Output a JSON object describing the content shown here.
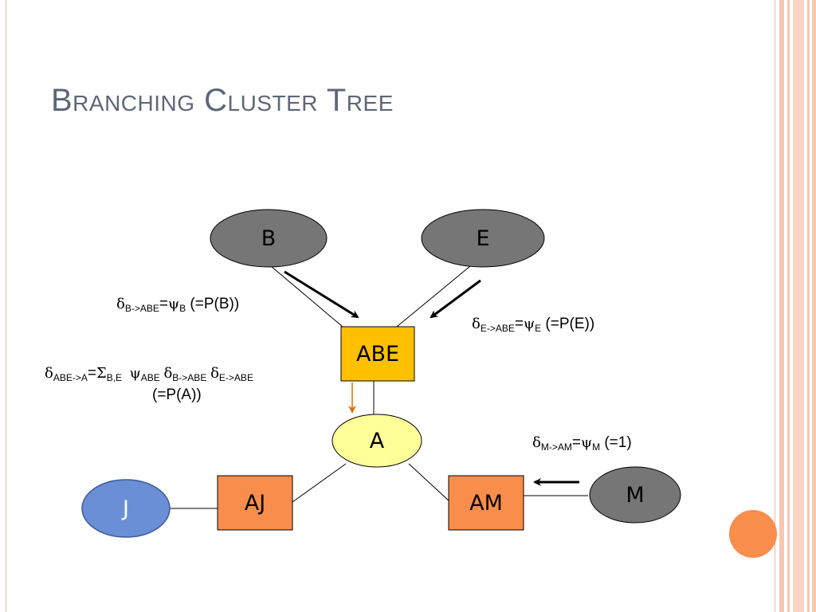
{
  "slide": {
    "title": "Branching Cluster Tree",
    "colors": {
      "title": "#5e6678",
      "gray_node": "#767676",
      "yellow_node": "#ffff99",
      "orange_box": "#f98d4b",
      "gold_box": "#ffc000",
      "blue_node": "#6b8fd6",
      "orange_arrow": "#e46c0a",
      "stripe": "#f6c7b3"
    }
  },
  "nodes": {
    "B": "B",
    "E": "E",
    "ABE": "ABE",
    "A": "A",
    "AJ": "AJ",
    "AM": "AM",
    "J": "J",
    "M": "M"
  },
  "messages": {
    "b_to_abe": {
      "delta": "δ",
      "sub": "B->ABE",
      "eq": "=",
      "psi": "ψ",
      "psi_sub": "B",
      "paren": " (=P(B))"
    },
    "e_to_abe": {
      "delta": "δ",
      "sub": "E->ABE",
      "eq": "=",
      "psi": "ψ",
      "psi_sub": "E",
      "paren": " (=P(E))"
    },
    "abe_to_a": {
      "delta": "δ",
      "sub": "ABE->A",
      "eq": "=",
      "sigma": "Σ",
      "sigma_sub": "B,E",
      "psi": "ψ",
      "psi_sub": "ABE",
      "d2": "δ",
      "d2_sub": "B->ABE",
      "d3": "δ",
      "d3_sub": "E->ABE",
      "paren": "(=P(A))"
    },
    "m_to_am": {
      "delta": "δ",
      "sub": "M->AM",
      "eq": "=",
      "psi": "ψ",
      "psi_sub": "M",
      "paren": " (=1)"
    }
  }
}
